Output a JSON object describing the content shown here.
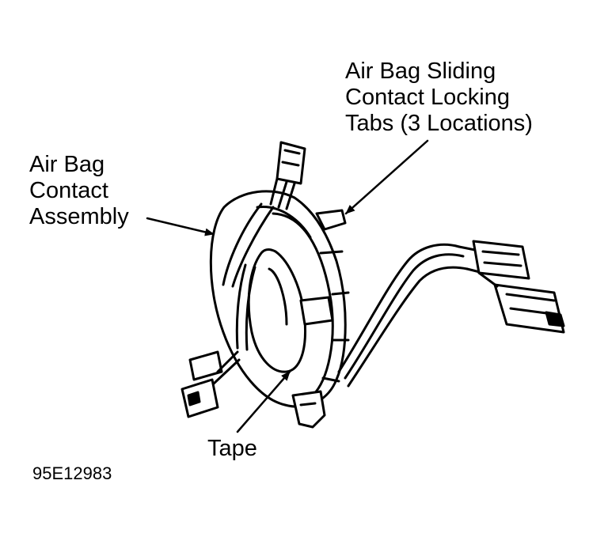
{
  "labels": {
    "sliding_tabs": [
      "Air Bag Sliding",
      "Contact Locking",
      "Tabs (3 Locations)"
    ],
    "contact_assembly": [
      "Air Bag",
      "Contact",
      "Assembly"
    ],
    "tape": "Tape"
  },
  "figure_id": "95E12983"
}
